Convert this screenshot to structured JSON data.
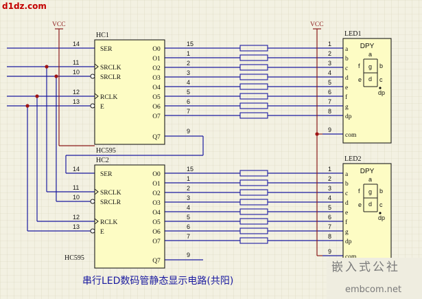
{
  "watermark_top": "d1dz.com",
  "watermark_cn": "嵌入式公社",
  "watermark_en": "embcom.net",
  "caption": "串行LED数码管静态显示电路(共阳)",
  "vcc_label": "VCC",
  "chips": [
    {
      "id": "HC1",
      "type_label": "",
      "left_pins": [
        {
          "num": "14",
          "name": "SER"
        },
        {
          "num": "11",
          "name": "SRCLK"
        },
        {
          "num": "10",
          "name": "SRCLR"
        },
        {
          "num": "12",
          "name": "RCLK"
        },
        {
          "num": "13",
          "name": "E"
        }
      ],
      "outputs": [
        "O0",
        "O1",
        "O2",
        "O3",
        "O4",
        "O5",
        "O6",
        "O7"
      ],
      "output_pins": [
        "15",
        "1",
        "2",
        "3",
        "4",
        "5",
        "6",
        "7"
      ],
      "q7_label": "Q7",
      "q7_pin": "9"
    },
    {
      "id": "HC2",
      "type_label": "HC595",
      "left_pins": [
        {
          "num": "14",
          "name": "SER"
        },
        {
          "num": "11",
          "name": "SRCLK"
        },
        {
          "num": "10",
          "name": "SRCLR"
        },
        {
          "num": "12",
          "name": "RCLK"
        },
        {
          "num": "13",
          "name": "E"
        }
      ],
      "outputs": [
        "O0",
        "O1",
        "O2",
        "O3",
        "O4",
        "O5",
        "O6",
        "O7"
      ],
      "output_pins": [
        "15",
        "1",
        "2",
        "3",
        "4",
        "5",
        "6",
        "7"
      ],
      "q7_label": "Q7",
      "q7_pin": "9"
    }
  ],
  "between_chips_label": "HC595",
  "leds": [
    {
      "id": "LED1",
      "title": "DPY",
      "pin_numbers": [
        "1",
        "2",
        "3",
        "4",
        "5",
        "6",
        "7",
        "8"
      ],
      "pin_names": [
        "a",
        "b",
        "c",
        "d",
        "e",
        "f",
        "g",
        "dp"
      ],
      "com_pin": "9",
      "com_label": "com",
      "segment_labels": [
        "a",
        "b",
        "c",
        "d",
        "e",
        "f",
        "g",
        "dp"
      ]
    },
    {
      "id": "LED2",
      "title": "DPY",
      "pin_numbers": [
        "1",
        "2",
        "3",
        "4",
        "5",
        "6",
        "7",
        "8"
      ],
      "pin_names": [
        "a",
        "b",
        "c",
        "d",
        "e",
        "f",
        "g",
        "dp"
      ],
      "com_pin": "9",
      "com_label": "com",
      "segment_labels": [
        "a",
        "b",
        "c",
        "d",
        "e",
        "f",
        "g",
        "dp"
      ]
    }
  ]
}
